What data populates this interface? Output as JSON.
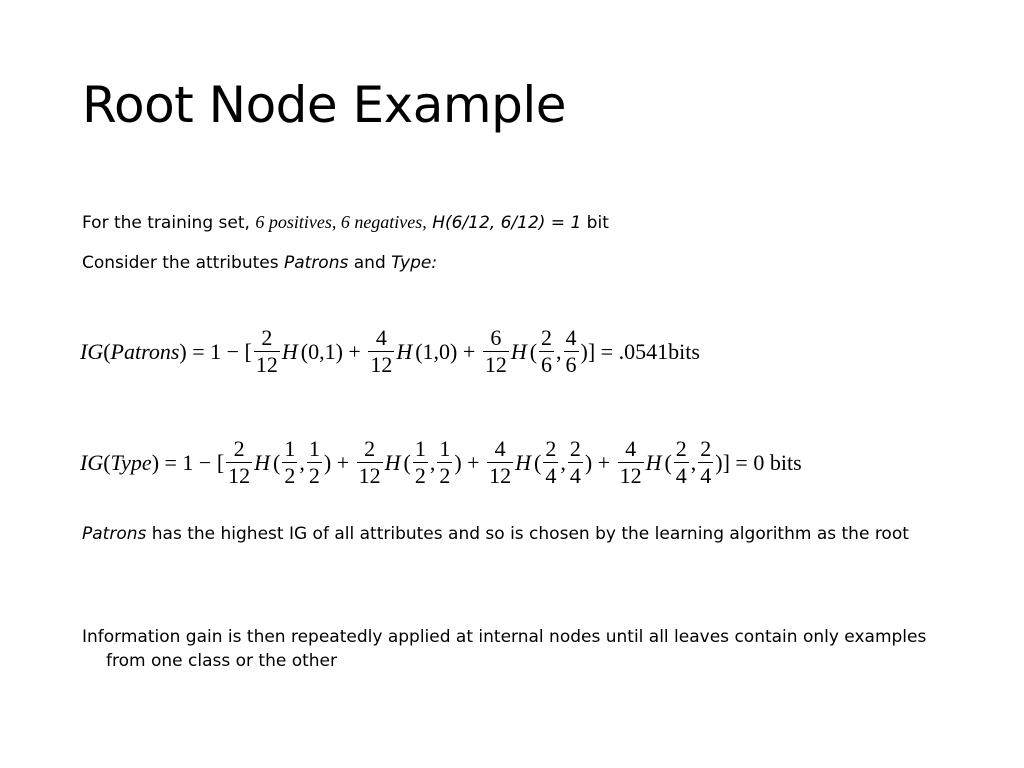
{
  "slide": {
    "title": "Root Node Example",
    "line1": {
      "lead": "For the training set, ",
      "counts": "6 positives, 6 negatives,",
      "entropy": " H(6/12, 6/12) = 1",
      "unit": " bit"
    },
    "line2": {
      "lead": "Consider the attributes ",
      "attr1": "Patrons",
      "mid": " and ",
      "attr2": "Type:"
    },
    "eq1": {
      "lhs_ig": "IG",
      "lhs_open": "(",
      "lhs_attr": "Patrons",
      "lhs_close": ")",
      "eq_one_minus_bracket": " = 1 − [",
      "f1_num": "2",
      "f1_den": "12",
      "h1": "H",
      "args1": "(0,1)",
      "plus1": " + ",
      "f2_num": "4",
      "f2_den": "12",
      "h2": "H",
      "args2": "(1,0)",
      "plus2": " + ",
      "f3_num": "6",
      "f3_den": "12",
      "h3": "H",
      "open3": "(",
      "a3_num": "2",
      "a3_den": "6",
      "comma3": ",",
      "b3_num": "4",
      "b3_den": "6",
      "close": ")] = .0541bits"
    },
    "eq2": {
      "lhs_ig": "IG",
      "lhs_open": "(",
      "lhs_attr": "Type",
      "lhs_close": ")",
      "eq_one_minus_bracket": " = 1 − [",
      "f1_num": "2",
      "f1_den": "12",
      "h1": "H",
      "open1": "(",
      "a1_num": "1",
      "a1_den": "2",
      "comma1": ",",
      "b1_num": "1",
      "b1_den": "2",
      "close1": ")",
      "plus1": " + ",
      "f2_num": "2",
      "f2_den": "12",
      "h2": "H",
      "open2": "(",
      "a2_num": "1",
      "a2_den": "2",
      "comma2": ",",
      "b2_num": "1",
      "b2_den": "2",
      "close2": ")",
      "plus2": " + ",
      "f3_num": "4",
      "f3_den": "12",
      "h3": "H",
      "open3": "(",
      "a3_num": "2",
      "a3_den": "4",
      "comma3": ",",
      "b3_num": "2",
      "b3_den": "4",
      "close3": ")",
      "plus3": " + ",
      "f4_num": "4",
      "f4_den": "12",
      "h4": "H",
      "open4": "(",
      "a4_num": "2",
      "a4_den": "4",
      "comma4": ",",
      "b4_num": "2",
      "b4_den": "4",
      "close": ")] = 0 bits"
    },
    "conclusion": {
      "attr": "Patrons",
      "rest": " has the highest IG of all attributes and so is chosen by the learning algorithm as the root"
    },
    "final": "Information gain is then repeatedly applied at internal nodes until all leaves contain only examples from one class or the other"
  }
}
